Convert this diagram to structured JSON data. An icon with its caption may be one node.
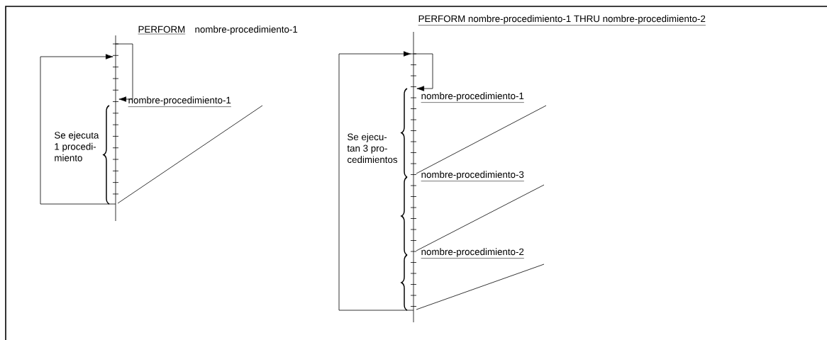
{
  "diagram": {
    "nodes": [
      {
        "text": [
          "PERFORM",
          "nombre-procedimiento-1"
        ]
      },
      {
        "text": [
          "nombre-procedimiento-1"
        ]
      },
      {
        "text": [
          "Se ejecuta 1 procedi- miento"
        ]
      },
      {
        "text": [
          "PERFORM nombre-procedimiento-1 THRU nombre-procedimiento-2"
        ]
      },
      {
        "text": [
          "nombre-procedimiento-1"
        ]
      },
      {
        "text": [
          "nombre-procedimiento-3"
        ]
      },
      {
        "text": [
          "nombre-procedimiento-2"
        ]
      },
      {
        "text": [
          "Se ejecu- tan 3 pro- cedimientos"
        ]
      }
    ],
    "edges": [
      {
        "from": 0,
        "to": 1,
        "arrow": "to"
      },
      {
        "from": 1,
        "to": 2,
        "arrow": "none"
      },
      {
        "from": 2,
        "to": 0,
        "arrow": "to"
      },
      {
        "from": 3,
        "to": 4,
        "arrow": "to"
      },
      {
        "from": 4,
        "to": 5,
        "arrow": "none"
      },
      {
        "from": 5,
        "to": 6,
        "arrow": "none"
      },
      {
        "from": 6,
        "to": 7,
        "arrow": "none"
      },
      {
        "from": 7,
        "to": 3,
        "arrow": "to"
      }
    ]
  }
}
